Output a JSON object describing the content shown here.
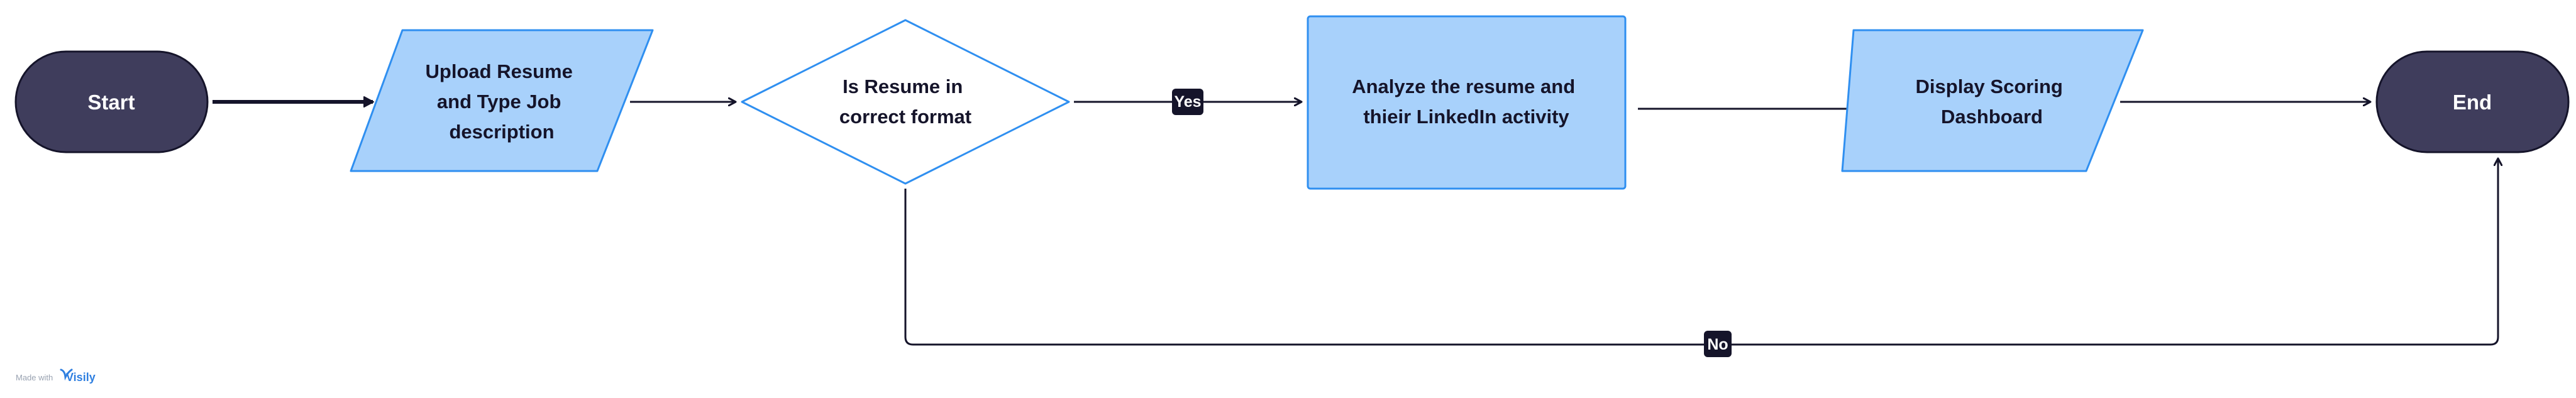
{
  "diagram": {
    "nodes": {
      "start": {
        "label": "Start"
      },
      "upload": {
        "lines": [
          "Upload Resume",
          "and Type Job",
          "description"
        ]
      },
      "decision": {
        "lines": [
          "Is Resume in",
          "correct format"
        ]
      },
      "analyze": {
        "lines": [
          "Analyze the resume and",
          "thieir LinkedIn activity"
        ]
      },
      "display": {
        "lines": [
          "Display Scoring",
          "Dashboard"
        ]
      },
      "end": {
        "label": "End"
      }
    },
    "edges": {
      "yes_label": "Yes",
      "no_label": "No"
    }
  },
  "footer": {
    "made_with": "Made with",
    "brand": "Visily"
  },
  "colors": {
    "terminal_fill": "#3f3d5c",
    "process_fill": "#a8d1fb",
    "process_stroke": "#2f8ff0",
    "decision_fill": "#ffffff",
    "line_color": "#15142a",
    "label_bg": "#15142a"
  }
}
